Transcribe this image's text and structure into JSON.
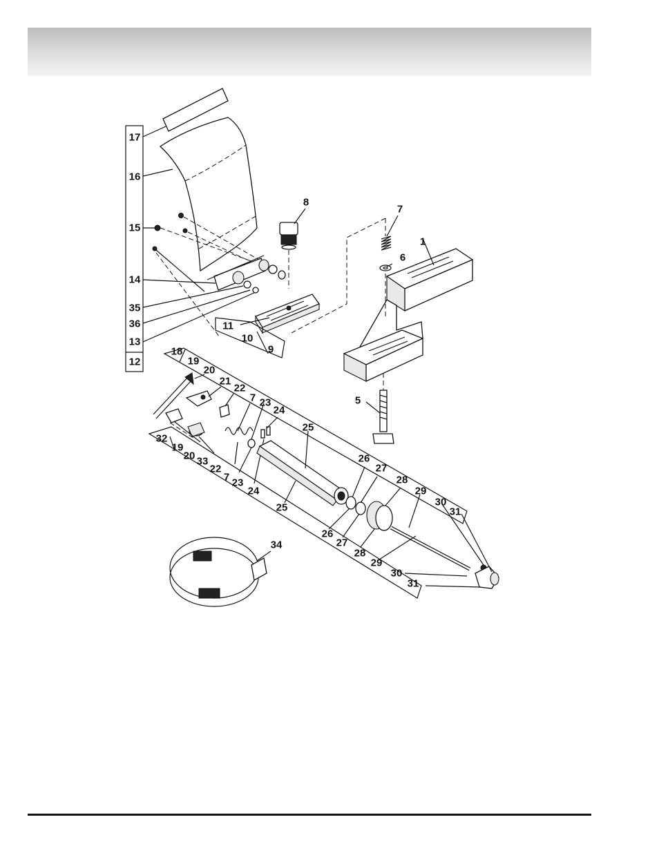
{
  "callouts": {
    "p1": "1",
    "p5": "5",
    "p6": "6",
    "p7a": "7",
    "p8": "8",
    "p17": "17",
    "p16": "16",
    "p15": "15",
    "p14": "14",
    "p35": "35",
    "p36": "36",
    "p13": "13",
    "p12": "12",
    "p11": "11",
    "p10": "10",
    "p9": "9",
    "p18": "18",
    "p19a": "19",
    "p20a": "20",
    "p21": "21",
    "p22a": "22",
    "p7b": "7",
    "p23a": "23",
    "p24a": "24",
    "p25a": "25",
    "p26a": "26",
    "p27a": "27",
    "p28a": "28",
    "p29a": "29",
    "p30a": "30",
    "p31a": "31",
    "p32": "32",
    "p19b": "19",
    "p20b": "20",
    "p33": "33",
    "p22b": "22",
    "p7c": "7",
    "p23b": "23",
    "p24b": "24",
    "p25b": "25",
    "p26b": "26",
    "p27b": "27",
    "p28b": "28",
    "p29b": "29",
    "p30b": "30",
    "p31b": "31",
    "p34": "34"
  },
  "colors": {
    "ink": "#111111",
    "header_band": "#d0d0d0"
  }
}
